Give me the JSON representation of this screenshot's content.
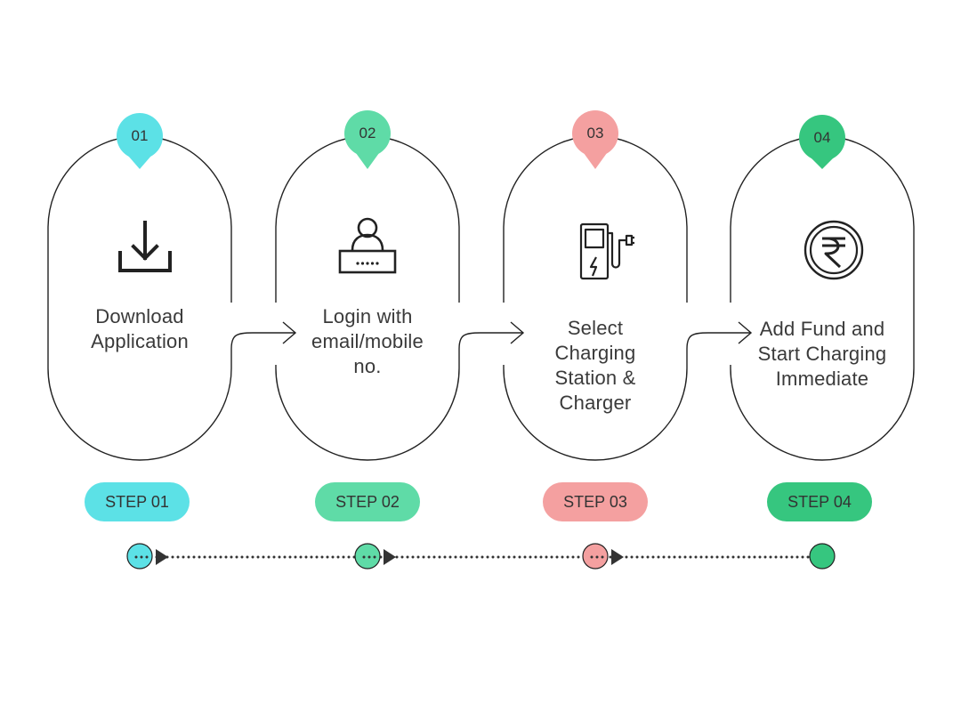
{
  "colors": {
    "step1": "#5ce1e6",
    "step2": "#5fdba7",
    "step3": "#f4a0a0",
    "step4": "#36c67f",
    "outline": "#222222",
    "text": "#3a3a3a"
  },
  "steps": [
    {
      "number": "01",
      "line1": "Download",
      "line2": "Application",
      "line3": "",
      "line4": "",
      "pill": "STEP 01",
      "icon": "download-icon"
    },
    {
      "number": "02",
      "line1": "Login with",
      "line2": "email/mobile",
      "line3": "no.",
      "line4": "",
      "pill": "STEP 02",
      "icon": "user-login-icon"
    },
    {
      "number": "03",
      "line1": "Select",
      "line2": "Charging",
      "line3": "Station &",
      "line4": "Charger",
      "pill": "STEP 03",
      "icon": "ev-charger-icon"
    },
    {
      "number": "04",
      "line1": "Add Fund and",
      "line2": "Start Charging",
      "line3": "Immediate",
      "line4": "",
      "pill": "STEP 04",
      "icon": "rupee-coin-icon"
    }
  ]
}
